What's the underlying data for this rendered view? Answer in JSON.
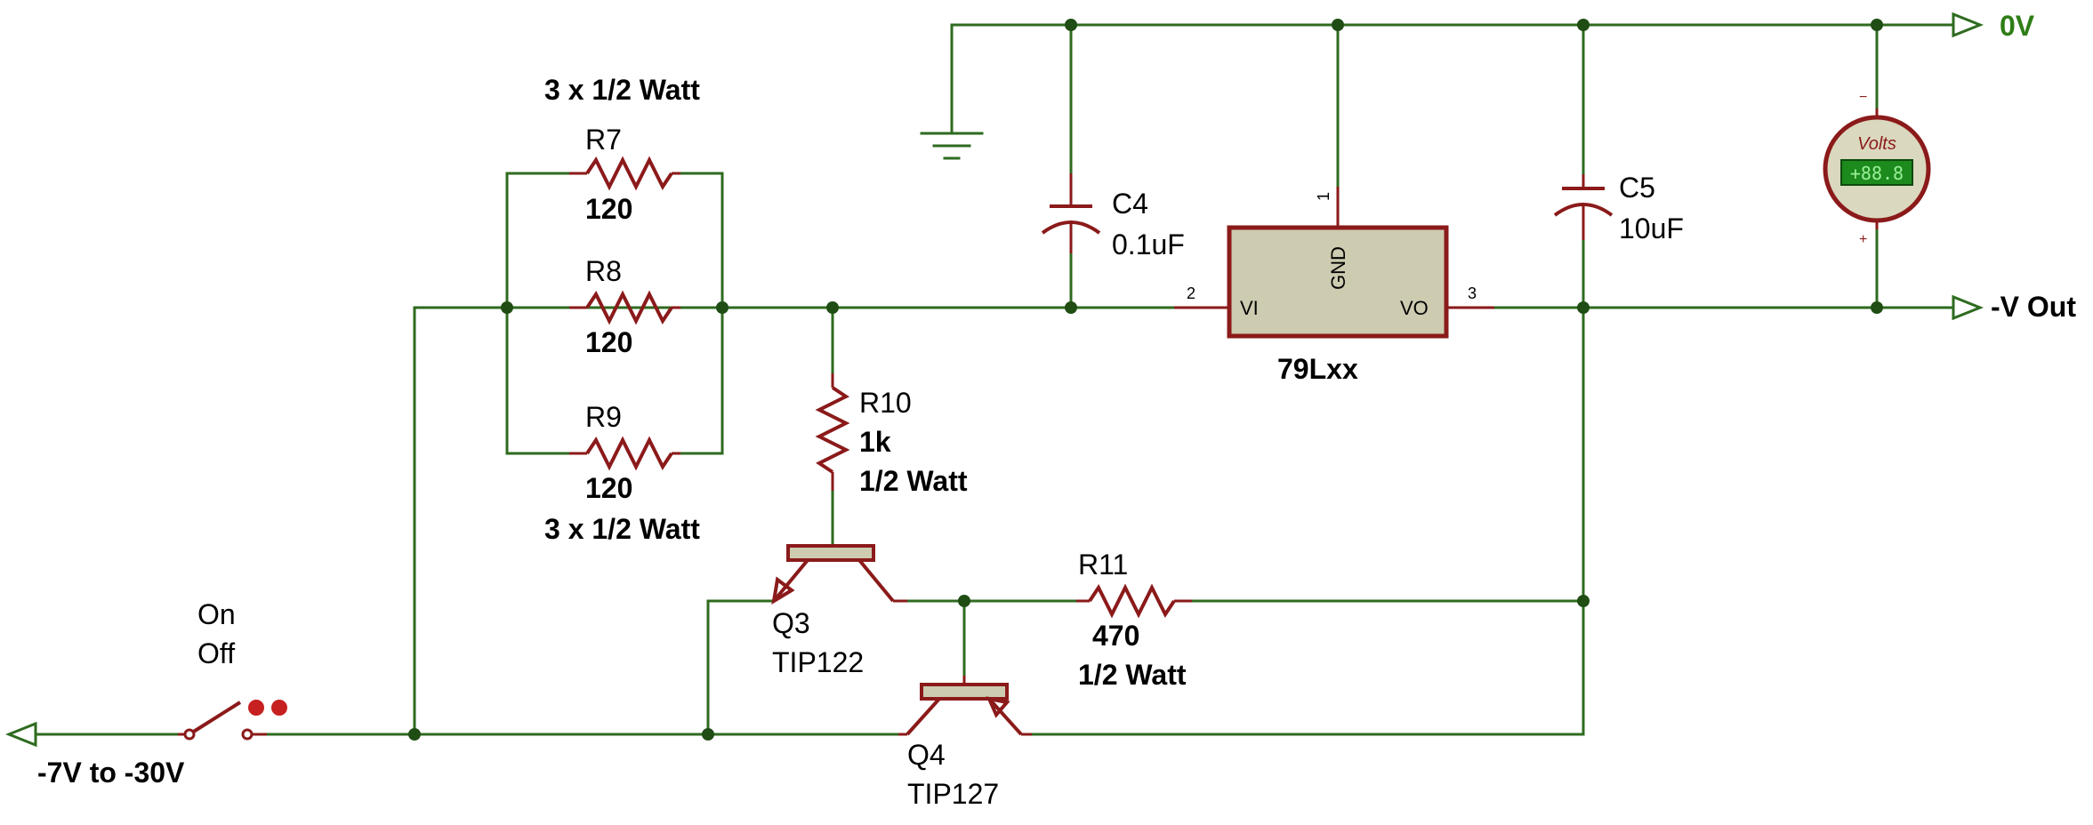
{
  "labels": {
    "r7": "R7",
    "r7_value": "120",
    "r8": "R8",
    "r8_value": "120",
    "r9": "R9",
    "r9_value": "120",
    "r7_power": "3 x 1/2 Watt",
    "r9_power": "3 x 1/2 Watt",
    "r10": "R10",
    "r10_value": "1k",
    "r10_power": "1/2 Watt",
    "r11": "R11",
    "r11_value": "470",
    "r11_power": "1/2 Watt",
    "c4": "C4",
    "c4_value": "0.1uF",
    "c5": "C5",
    "c5_value": "10uF",
    "q3": "Q3",
    "q3_part": "TIP122",
    "q4": "Q4",
    "q4_part": "TIP127",
    "u": "79Lxx",
    "pin_gnd": "GND",
    "pin_vi": "VI",
    "pin_vo": "VO",
    "pin1": "1",
    "pin2": "2",
    "pin3": "3",
    "switch_on": "On",
    "switch_off": "Off",
    "input": "-7V to -30V",
    "output": "-V Out",
    "ground_rail": "0V",
    "meter_title": "Volts",
    "meter_reading": "+88.8",
    "meter_minus": "−",
    "meter_plus": "+"
  },
  "colors": {
    "wire": "#2e6b1f",
    "component": "#8b1a1a",
    "ic_fill": "#cdcbb0",
    "terminal_label": "#2e7d16",
    "meter_display": "#1c8a1c"
  }
}
